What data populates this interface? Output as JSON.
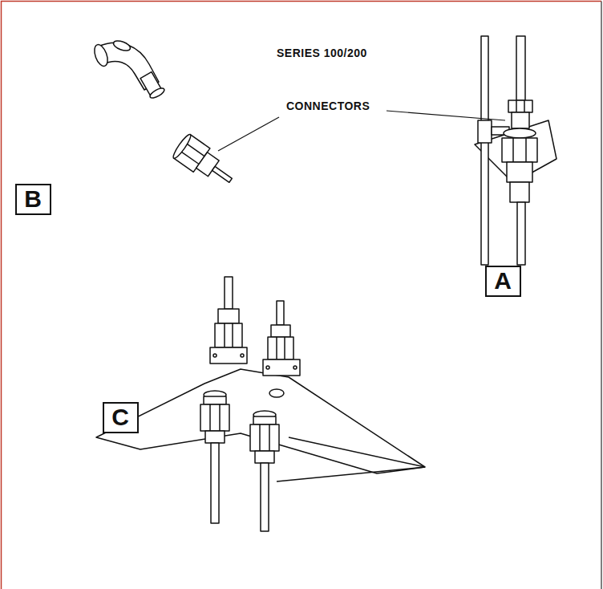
{
  "diagram": {
    "title": "SERIES 100/200",
    "nodes": [
      {
        "text": [
          "B"
        ]
      },
      {
        "text": [
          "A"
        ]
      },
      {
        "text": [
          "C"
        ]
      }
    ],
    "labels": [
      "CONNECTORS"
    ]
  }
}
